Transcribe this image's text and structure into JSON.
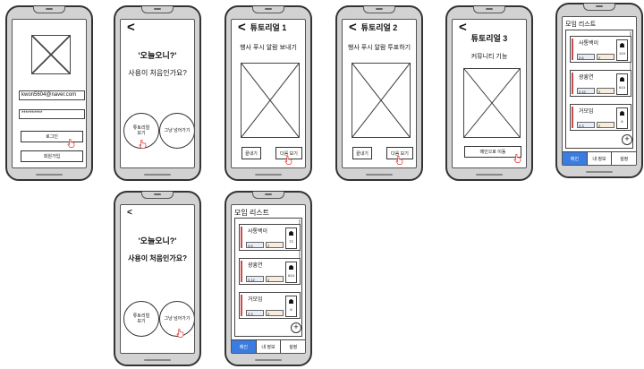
{
  "colors": {
    "accent": "#3b7ce0",
    "hand": "#e03c3c",
    "card_bar": "#c94a4a"
  },
  "icons": {
    "back": "back-arrow-icon",
    "pointer": "hand-pointer-icon",
    "plus": "plus-icon",
    "group": "group-icon"
  },
  "login": {
    "email_value": "kwon5604@naver.com",
    "password_value": "**********",
    "login_label": "로그인",
    "signup_label": "회원가입"
  },
  "welcome": {
    "back_glyph": "<",
    "title": "'오늘오니?'",
    "question": "사용이 처음인가요?",
    "tutorial_label": "튜토리얼 보기",
    "skip_label": "그냥 넘어가기"
  },
  "tutorial1": {
    "back_glyph": "<",
    "title": "튜토리얼 1",
    "description": "행사 푸시 알람 보내기",
    "finish_label": "끝내기",
    "next_label": "다음 보기"
  },
  "tutorial2": {
    "back_glyph": "<",
    "title": "튜토리얼 2",
    "description": "행사 푸시 알람 투표하기",
    "finish_label": "끝내기",
    "next_label": "다음 보기"
  },
  "tutorial3": {
    "back_glyph": "<",
    "title": "튜토리얼 3",
    "description": "커뮤니티 기능",
    "main_label": "메인으로 이동"
  },
  "meetings": {
    "header": "모임 리스트",
    "items": [
      {
        "name": "사통백이",
        "chip1": "3 6",
        "chip2": "2",
        "count": "124"
      },
      {
        "name": "광흥연",
        "chip1": "3 12",
        "chip2": "2",
        "count": "614"
      },
      {
        "name": "거모임",
        "chip1": "3 3",
        "chip2": "2",
        "count": "6"
      }
    ],
    "plus_glyph": "+",
    "tabs": [
      "메인",
      "내 정보",
      "설정"
    ]
  },
  "meetings_large": {
    "header": "모임 리스트",
    "items": [
      {
        "name": "사통백이",
        "chip1": "3 6",
        "chip2": "2",
        "count": "72"
      },
      {
        "name": "광흥연",
        "chip1": "3 12",
        "chip2": "2",
        "count": "614"
      },
      {
        "name": "거모임",
        "chip1": "3 3",
        "chip2": "2",
        "count": "6"
      }
    ],
    "plus_glyph": "+",
    "tabs": [
      "메인",
      "내 정보",
      "설정"
    ]
  }
}
